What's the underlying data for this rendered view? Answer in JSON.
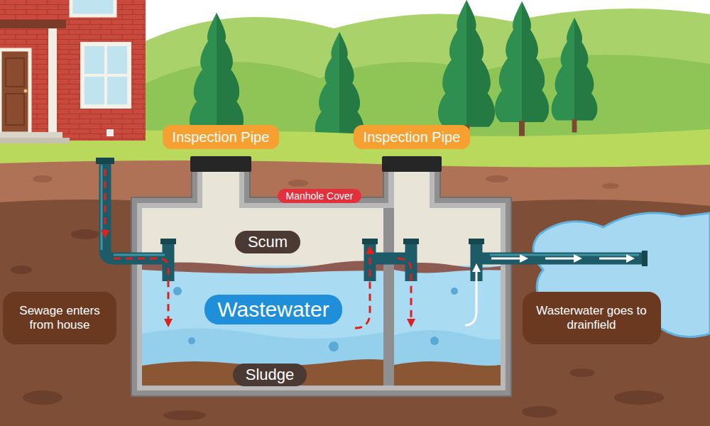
{
  "diagram": {
    "nodes": [
      {
        "text": [
          "Inspection Pipe"
        ]
      },
      {
        "text": [
          "Inspection Pipe"
        ]
      },
      {
        "text": [
          "Manhole Cover"
        ]
      },
      {
        "text": [
          "Scum"
        ]
      },
      {
        "text": [
          "Sewage enters from house"
        ]
      },
      {
        "text": [
          "Wastewater"
        ]
      },
      {
        "text": [
          "Wasterwater goes to drainfield"
        ]
      },
      {
        "text": [
          "Sludge"
        ]
      }
    ]
  }
}
